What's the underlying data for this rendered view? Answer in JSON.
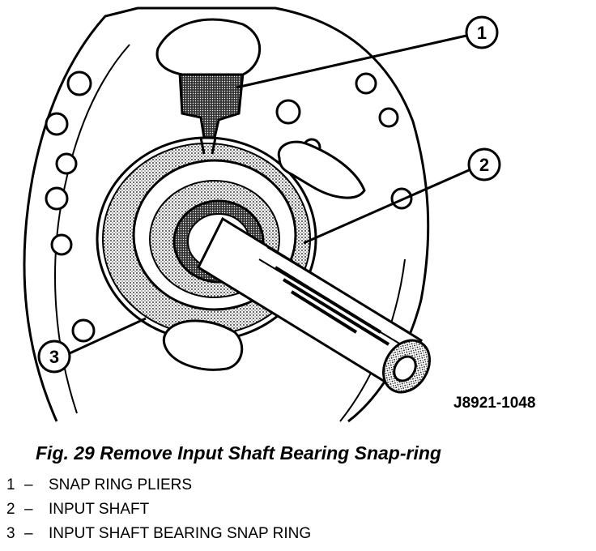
{
  "figure": {
    "callouts": [
      "1",
      "2",
      "3"
    ],
    "drawing_code": "J8921-1048",
    "caption": "Fig. 29 Remove Input Shaft Bearing Snap-ring",
    "legend": [
      {
        "num": "1",
        "dash": "–",
        "text": "SNAP RING PLIERS"
      },
      {
        "num": "2",
        "dash": "–",
        "text": "INPUT SHAFT"
      },
      {
        "num": "3",
        "dash": "–",
        "text": "INPUT SHAFT BEARING SNAP RING"
      }
    ]
  }
}
